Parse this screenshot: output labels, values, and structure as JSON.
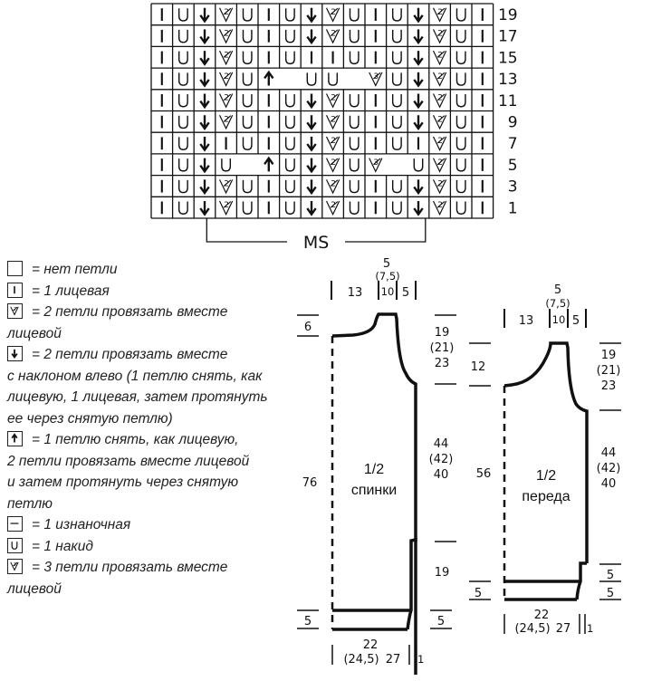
{
  "chart": {
    "columns": 16,
    "row_labels": [
      "19",
      "17",
      "15",
      "13",
      "11",
      "9",
      "7",
      "5",
      "3",
      "1"
    ],
    "rows": [
      [
        "k",
        "yo",
        "ssk",
        "k2tog",
        "yo",
        "k",
        "yo",
        "ssk",
        "k2tog",
        "yo",
        "k",
        "yo",
        "ssk",
        "k2tog",
        "yo",
        "k"
      ],
      [
        "k",
        "yo",
        "ssk",
        "k2tog",
        "yo",
        "k",
        "yo",
        "ssk",
        "k2tog",
        "yo",
        "k",
        "yo",
        "ssk",
        "k2tog",
        "yo",
        "k"
      ],
      [
        "k",
        "yo",
        "ssk",
        "k2tog",
        "yo",
        "k",
        "yo",
        "k",
        "k",
        "yo",
        "k",
        "yo",
        "ssk",
        "k2tog",
        "yo",
        "k"
      ],
      [
        "k",
        "yo",
        "ssk",
        "k2tog",
        "yo",
        "sk2p",
        "none",
        "yo",
        "yo",
        "none",
        "k3tog",
        "yo",
        "ssk",
        "k2tog",
        "yo",
        "k"
      ],
      [
        "k",
        "yo",
        "ssk",
        "k2tog",
        "yo",
        "k",
        "yo",
        "ssk",
        "k2tog",
        "yo",
        "k",
        "yo",
        "ssk",
        "k2tog",
        "yo",
        "k"
      ],
      [
        "k",
        "yo",
        "ssk",
        "k2tog",
        "yo",
        "k",
        "yo",
        "ssk",
        "k2tog",
        "yo",
        "k",
        "yo",
        "ssk",
        "k2tog",
        "yo",
        "k"
      ],
      [
        "k",
        "yo",
        "ssk",
        "k",
        "yo",
        "k",
        "yo",
        "ssk",
        "k2tog",
        "yo",
        "k",
        "yo",
        "k",
        "k2tog",
        "yo",
        "k"
      ],
      [
        "k",
        "yo",
        "ssk",
        "yo",
        "none",
        "sk2p",
        "yo",
        "ssk",
        "k2tog",
        "yo",
        "k3tog",
        "none",
        "yo",
        "k2tog",
        "yo",
        "k"
      ],
      [
        "k",
        "yo",
        "ssk",
        "k2tog",
        "yo",
        "k",
        "yo",
        "ssk",
        "k2tog",
        "yo",
        "k",
        "yo",
        "ssk",
        "k2tog",
        "yo",
        "k"
      ],
      [
        "k",
        "yo",
        "ssk",
        "k2tog",
        "yo",
        "k",
        "yo",
        "ssk",
        "k2tog",
        "yo",
        "k",
        "yo",
        "ssk",
        "k2tog",
        "yo",
        "k"
      ]
    ],
    "repeat_label": "MS",
    "repeat_from_col": 4,
    "repeat_to_col": 13
  },
  "legend": [
    {
      "symbol": "none",
      "text": "= нет петли",
      "cont": []
    },
    {
      "symbol": "k",
      "text": "= 1 лицевая",
      "cont": []
    },
    {
      "symbol": "k2tog",
      "text": "= 2 петли провязать вместе",
      "cont": [
        "лицевой"
      ]
    },
    {
      "symbol": "ssk",
      "text": "= 2 петли провязать вместе",
      "cont": [
        "с наклоном влево (1 петлю снять, как",
        "лицевую, 1 лицевая, затем протянуть",
        "ее через снятую петлю)"
      ]
    },
    {
      "symbol": "sk2p",
      "text": "= 1 петлю снять, как лицевую,",
      "cont": [
        "2 петли провязать вместе лицевой",
        "и затем протянуть через снятую",
        "петлю"
      ]
    },
    {
      "symbol": "p",
      "text": "= 1 изнаночная",
      "cont": []
    },
    {
      "symbol": "yo",
      "text": "= 1 накид",
      "cont": []
    },
    {
      "symbol": "k3tog",
      "text": "= 3 петли провязать вместе",
      "cont": [
        "лицевой"
      ]
    }
  ],
  "back": {
    "title_1": "1/2",
    "title_2": "спинки",
    "top_neck_drop": "5",
    "top_neck_drop_alt": "(7,5)",
    "top_shoulder": "13",
    "top_neck_width": "10",
    "top_right": "5",
    "left_shoulder_drop": "6",
    "left_height": "76",
    "left_hem": "5",
    "right_armhole_1": "19",
    "right_armhole_2": "(21)",
    "right_armhole_3": "23",
    "right_side_1": "44",
    "right_side_2": "(42)",
    "right_side_3": "40",
    "right_lower": "19",
    "right_hem": "5",
    "bottom_1": "22",
    "bottom_2": "(24,5)",
    "bottom_3": "27",
    "bottom_4": "1"
  },
  "front": {
    "title_1": "1/2",
    "title_2": "переда",
    "top_neck_drop": "5",
    "top_neck_drop_alt": "(7,5)",
    "top_shoulder": "13",
    "top_neck_width": "10",
    "top_right": "5",
    "left_neck_depth": "12",
    "left_height": "56",
    "left_hem": "5",
    "right_armhole_1": "19",
    "right_armhole_2": "(21)",
    "right_armhole_3": "23",
    "right_side_1": "44",
    "right_side_2": "(42)",
    "right_side_3": "40",
    "right_lower_1": "5",
    "right_lower_2": "5",
    "bottom_1": "22",
    "bottom_2": "(24,5)",
    "bottom_3": "27",
    "bottom_4": "1"
  }
}
